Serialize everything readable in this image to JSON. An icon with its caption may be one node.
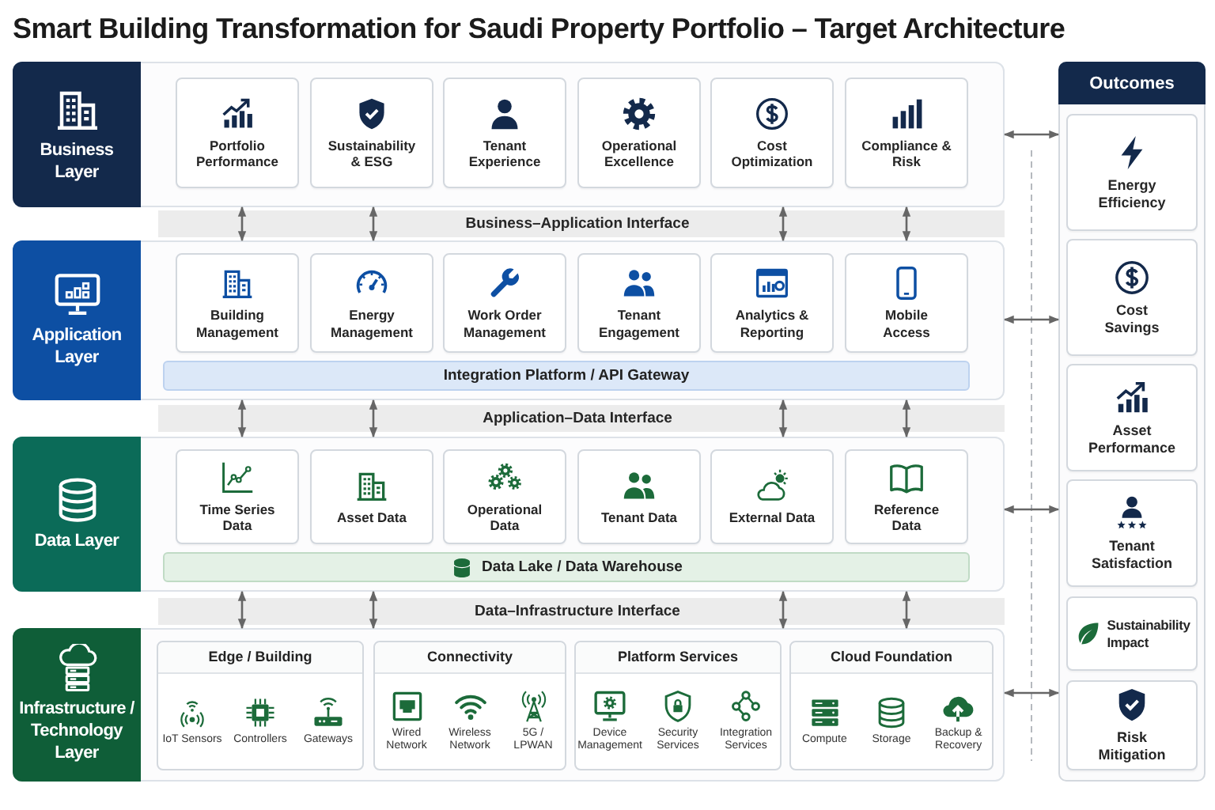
{
  "diagram": {
    "title": "Smart Building Transformation for Saudi Property Portfolio – Target Architecture",
    "nodes": [
      {
        "text": [
          "Business Layer"
        ]
      },
      {
        "text": [
          "Portfolio Performance"
        ],
        "in": 0
      },
      {
        "text": [
          "Sustainability & ESG"
        ],
        "in": 0
      },
      {
        "text": [
          "Tenant Experience"
        ],
        "in": 0
      },
      {
        "text": [
          "Operational Excellence"
        ],
        "in": 0
      },
      {
        "text": [
          "Cost Optimization"
        ],
        "in": 0
      },
      {
        "text": [
          "Compliance & Risk"
        ],
        "in": 0
      },
      {
        "text": [
          "Business–Application Interface"
        ]
      },
      {
        "text": [
          "Application Layer"
        ]
      },
      {
        "text": [
          "Building Management"
        ],
        "in": 8
      },
      {
        "text": [
          "Energy Management"
        ],
        "in": 8
      },
      {
        "text": [
          "Work Order Management"
        ],
        "in": 8
      },
      {
        "text": [
          "Tenant Engagement"
        ],
        "in": 8
      },
      {
        "text": [
          "Analytics & Reporting"
        ],
        "in": 8
      },
      {
        "text": [
          "Mobile Access"
        ],
        "in": 8
      },
      {
        "text": [
          "Integration Platform / API Gateway"
        ],
        "in": 8
      },
      {
        "text": [
          "Application–Data Interface"
        ]
      },
      {
        "text": [
          "Data Layer"
        ]
      },
      {
        "text": [
          "Time Series Data"
        ],
        "in": 17
      },
      {
        "text": [
          "Asset Data"
        ],
        "in": 17
      },
      {
        "text": [
          "Operational Data"
        ],
        "in": 17
      },
      {
        "text": [
          "Tenant Data"
        ],
        "in": 17
      },
      {
        "text": [
          "External Data"
        ],
        "in": 17
      },
      {
        "text": [
          "Reference Data"
        ],
        "in": 17
      },
      {
        "text": [
          "Data Lake / Data Warehouse"
        ],
        "in": 17
      },
      {
        "text": [
          "Data–Infrastructure Interface"
        ]
      },
      {
        "text": [
          "Infrastructure / Technology Layer"
        ]
      },
      {
        "text": [
          "Edge / Building",
          "IoT Sensors",
          "Controllers",
          "Gateways"
        ],
        "in": 26
      },
      {
        "text": [
          "Connectivity",
          "Wired Network",
          "Wireless Network",
          "5G / LPWAN"
        ],
        "in": 26
      },
      {
        "text": [
          "Platform Services",
          "Device Management",
          "Security Services",
          "Integration Services"
        ],
        "in": 26
      },
      {
        "text": [
          "Cloud Foundation",
          "Compute",
          "Storage",
          "Backup & Recovery"
        ],
        "in": 26
      },
      {
        "text": [
          "Outcomes"
        ]
      },
      {
        "text": [
          "Energy Efficiency"
        ],
        "in": 31
      },
      {
        "text": [
          "Cost Savings"
        ],
        "in": 31
      },
      {
        "text": [
          "Asset Performance"
        ],
        "in": 31
      },
      {
        "text": [
          "Tenant Satisfaction"
        ],
        "in": 31
      },
      {
        "text": [
          "Sustainability Impact"
        ],
        "in": 31
      },
      {
        "text": [
          "Risk Mitigation"
        ],
        "in": 31
      }
    ],
    "edges": [
      {
        "from": 0,
        "to": 8,
        "arrow": "both"
      },
      {
        "from": 0,
        "to": 8,
        "arrow": "both"
      },
      {
        "from": 0,
        "to": 8,
        "arrow": "both"
      },
      {
        "from": 0,
        "to": 8,
        "arrow": "both"
      },
      {
        "from": 8,
        "to": 17,
        "arrow": "both"
      },
      {
        "from": 8,
        "to": 17,
        "arrow": "both"
      },
      {
        "from": 8,
        "to": 17,
        "arrow": "both"
      },
      {
        "from": 8,
        "to": 17,
        "arrow": "both"
      },
      {
        "from": 17,
        "to": 26,
        "arrow": "both"
      },
      {
        "from": 17,
        "to": 26,
        "arrow": "both"
      },
      {
        "from": 17,
        "to": 26,
        "arrow": "both"
      },
      {
        "from": 17,
        "to": 26,
        "arrow": "both"
      },
      {
        "from": 0,
        "to": 31,
        "arrow": "both"
      },
      {
        "from": 8,
        "to": 31,
        "arrow": "both"
      },
      {
        "from": 17,
        "to": 31,
        "arrow": "both"
      },
      {
        "from": 26,
        "to": 31,
        "arrow": "both"
      }
    ]
  }
}
